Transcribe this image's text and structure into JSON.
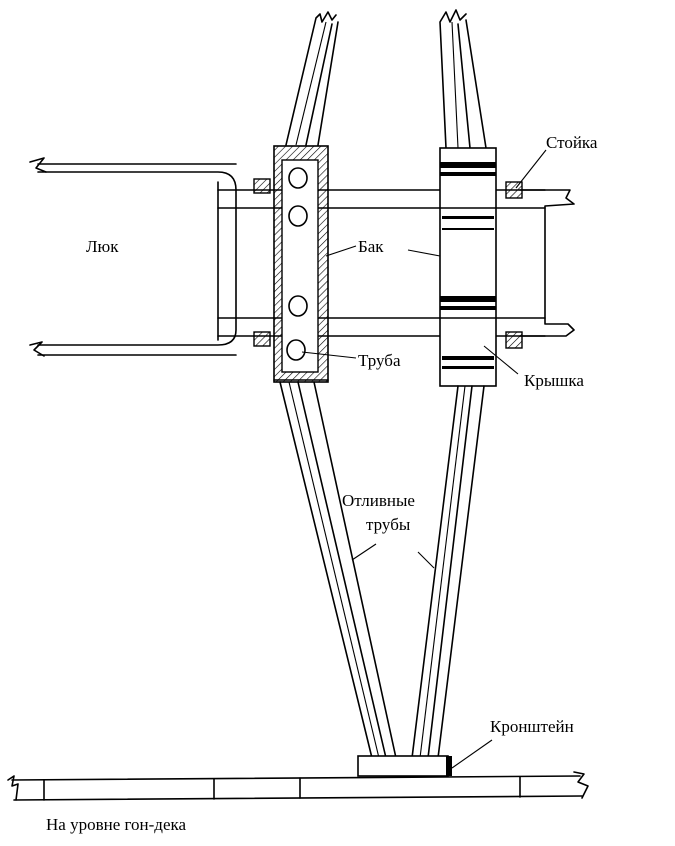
{
  "labels": {
    "hatch": "Люк",
    "tank": "Бак",
    "pipe": "Труба",
    "post": "Стойка",
    "lid": "Крышка",
    "outlet_pipes_line1": "Отливные",
    "outlet_pipes_line2": "трубы",
    "bracket": "Кронштейн",
    "deck_level": "На уровне гон-дека"
  }
}
